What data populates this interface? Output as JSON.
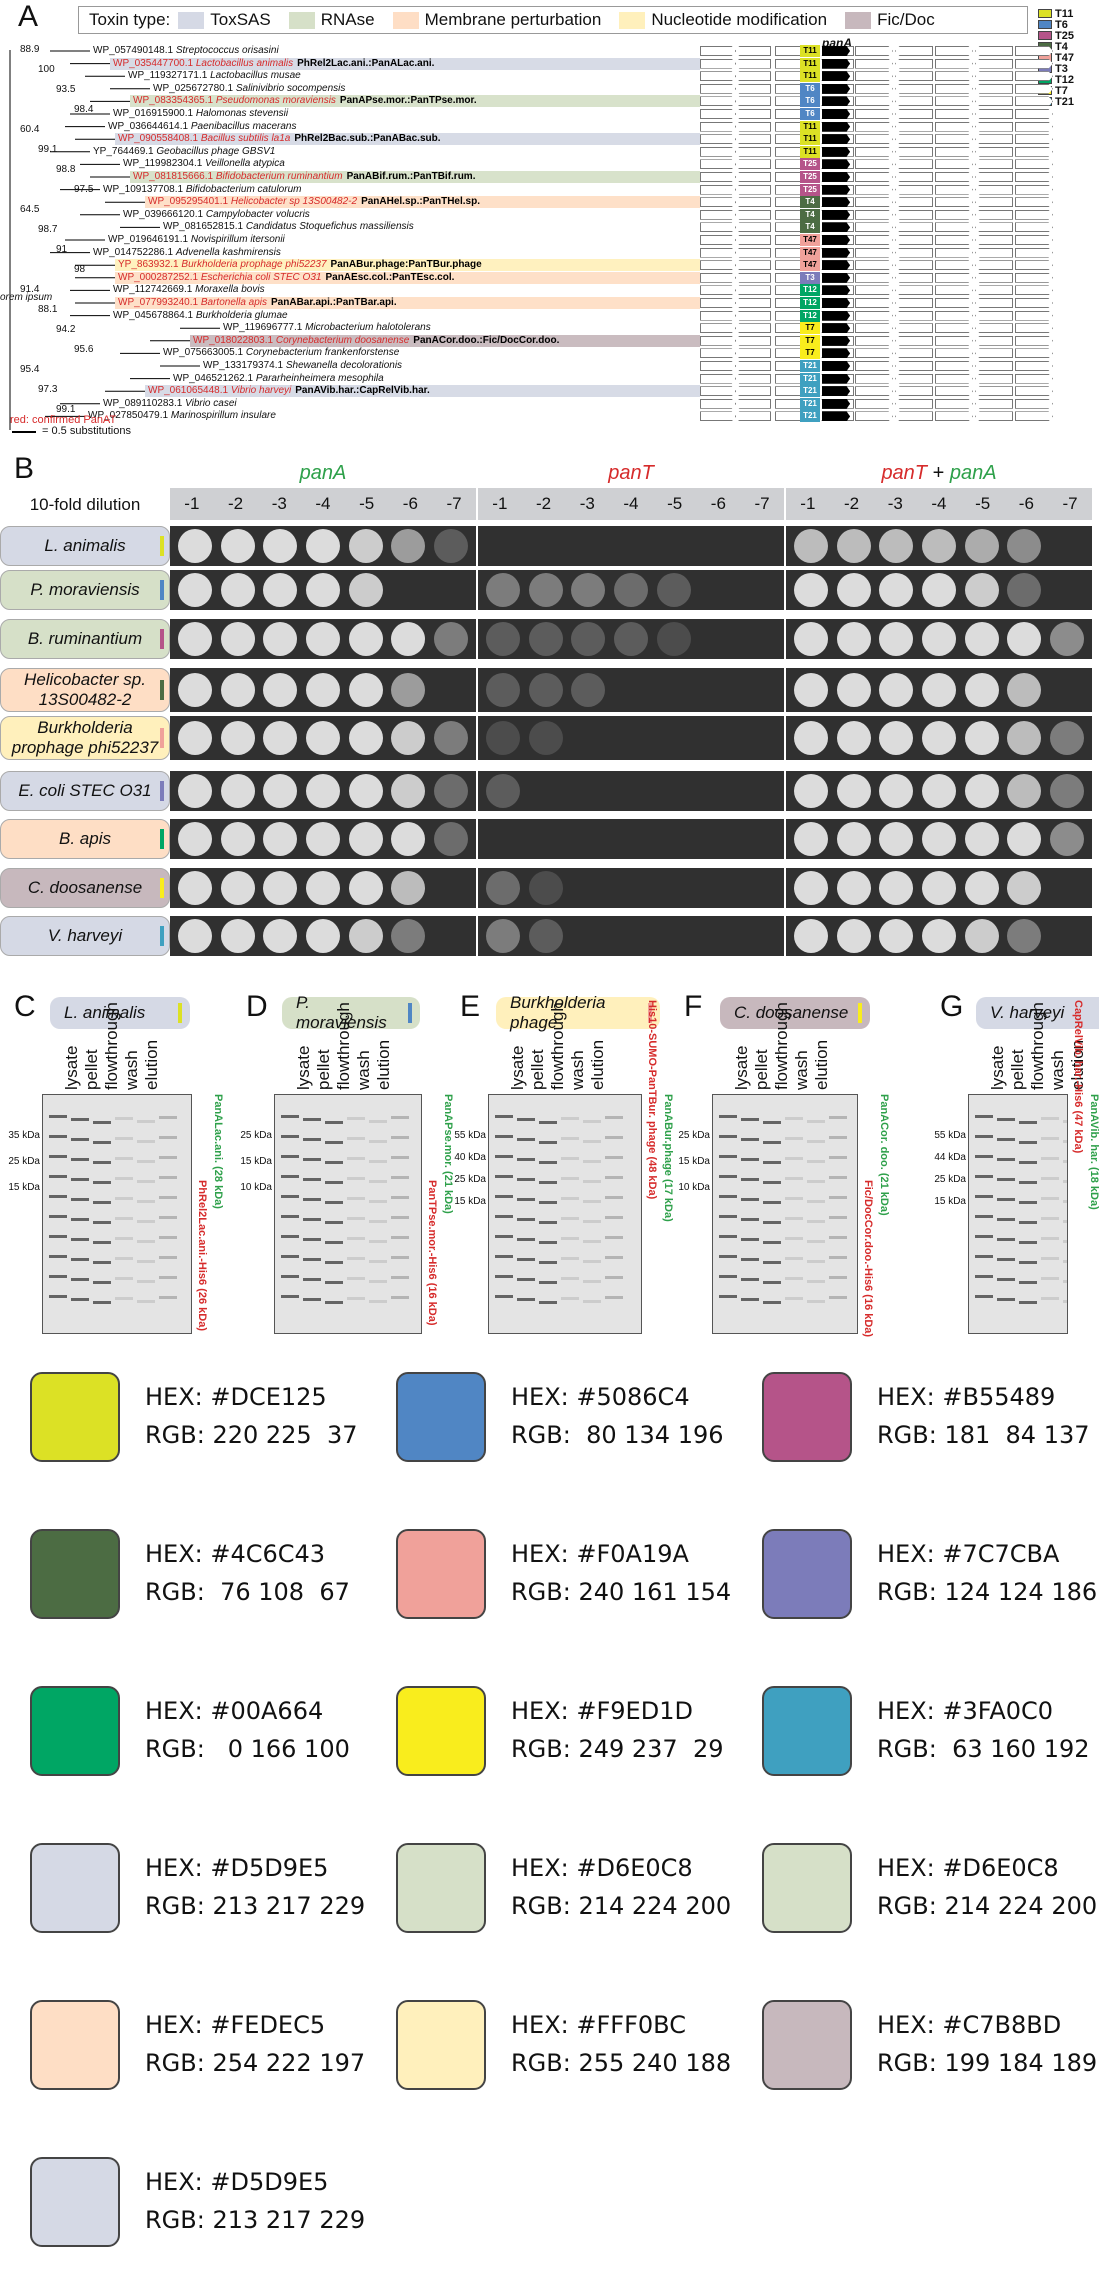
{
  "panelA": {
    "letter": "A",
    "legend_title": "Toxin type:",
    "legend": [
      {
        "label": "ToxSAS",
        "color": "#D5D9E5"
      },
      {
        "label": "RNAse",
        "color": "#D6E0C8"
      },
      {
        "label": "Membrane perturbation",
        "color": "#FEDEC5"
      },
      {
        "label": "Nucleotide modification",
        "color": "#FFF0BC"
      },
      {
        "label": "Fic/Doc",
        "color": "#C7B8BD"
      }
    ],
    "panA_header": "panA",
    "type_key": [
      {
        "label": "T11",
        "color": "#DCE125"
      },
      {
        "label": "T6",
        "color": "#5086C4"
      },
      {
        "label": "T25",
        "color": "#B55489"
      },
      {
        "label": "T4",
        "color": "#4C6C43"
      },
      {
        "label": "T47",
        "color": "#F0A19A"
      },
      {
        "label": "T3",
        "color": "#7C7CBA"
      },
      {
        "label": "T12",
        "color": "#00A664"
      },
      {
        "label": "T7",
        "color": "#F9ED1D"
      },
      {
        "label": "T21",
        "color": "#3FA0C0"
      }
    ],
    "taxa": [
      {
        "id": "WP_057490148.1",
        "name": "Streptococcus orisasini",
        "red": false,
        "pair": "",
        "tag": "T11"
      },
      {
        "id": "WP_035447700.1",
        "name": "Lactobacillus animalis",
        "red": true,
        "pair": "PhRel2Lac.ani.:PanALac.ani.",
        "tag": "T11"
      },
      {
        "id": "WP_119327171.1",
        "name": "Lactobacillus musae",
        "red": false,
        "pair": "",
        "tag": "T11"
      },
      {
        "id": "WP_025672780.1",
        "name": "Salinivibrio socompensis",
        "red": false,
        "pair": "",
        "tag": "T6"
      },
      {
        "id": "WP_083354365.1",
        "name": "Pseudomonas moraviensis",
        "red": true,
        "pair": "PanAPse.mor.:PanTPse.mor.",
        "tag": "T6"
      },
      {
        "id": "WP_016915900.1",
        "name": "Halomonas stevensii",
        "red": false,
        "pair": "",
        "tag": "T6"
      },
      {
        "id": "WP_036644614.1",
        "name": "Paenibacillus macerans",
        "red": false,
        "pair": "",
        "tag": "T11"
      },
      {
        "id": "WP_090558408.1",
        "name": "Bacillus subtilis la1a",
        "red": true,
        "pair": "PhRel2Bac.sub.:PanABac.sub.",
        "tag": "T11"
      },
      {
        "id": "YP_764469.1",
        "name": "Geobacillus phage GBSV1",
        "red": false,
        "pair": "",
        "tag": "T11"
      },
      {
        "id": "WP_119982304.1",
        "name": "Veillonella atypica",
        "red": false,
        "pair": "",
        "tag": "T25"
      },
      {
        "id": "WP_081815666.1",
        "name": "Bifidobacterium ruminantium",
        "red": true,
        "pair": "PanABif.rum.:PanTBif.rum.",
        "tag": "T25"
      },
      {
        "id": "WP_109137708.1",
        "name": "Bifidobacterium catulorum",
        "red": false,
        "pair": "",
        "tag": "T25"
      },
      {
        "id": "WP_095295401.1",
        "name": "Helicobacter sp 13S00482-2",
        "red": true,
        "pair": "PanAHel.sp.:PanTHel.sp.",
        "tag": "T4"
      },
      {
        "id": "WP_039666120.1",
        "name": "Campylobacter volucris",
        "red": false,
        "pair": "",
        "tag": "T4"
      },
      {
        "id": "WP_081652815.1",
        "name": "Candidatus Stoquefichus massiliensis",
        "red": false,
        "pair": "",
        "tag": "T4"
      },
      {
        "id": "WP_019646191.1",
        "name": "Novispirillum itersonii",
        "red": false,
        "pair": "",
        "tag": "T47"
      },
      {
        "id": "WP_014752286.1",
        "name": "Advenella kashmirensis",
        "red": false,
        "pair": "",
        "tag": "T47"
      },
      {
        "id": "YP_863932.1",
        "name": "Burkholderia prophage phi52237",
        "red": true,
        "pair": "PanABur.phage:PanTBur.phage",
        "tag": "T47"
      },
      {
        "id": "WP_000287252.1",
        "name": "Escherichia coli STEC O31",
        "red": true,
        "pair": "PanAEsc.col.:PanTEsc.col.",
        "tag": "T3"
      },
      {
        "id": "WP_112742669.1",
        "name": "Moraxella bovis",
        "red": false,
        "pair": "",
        "tag": "T12"
      },
      {
        "id": "WP_077993240.1",
        "name": "Bartonella apis",
        "red": true,
        "pair": "PanABar.api.:PanTBar.api.",
        "tag": "T12"
      },
      {
        "id": "WP_045678864.1",
        "name": "Burkholderia glumae",
        "red": false,
        "pair": "",
        "tag": "T12"
      },
      {
        "id": "WP_119696777.1",
        "name": "Microbacterium halotolerans",
        "red": false,
        "pair": "",
        "tag": "T7"
      },
      {
        "id": "WP_018022803.1",
        "name": "Corynebacterium doosanense",
        "red": true,
        "pair": "PanACor.doo.:Fic/DocCor.doo.",
        "tag": "T7"
      },
      {
        "id": "WP_075663005.1",
        "name": "Corynebacterium frankenforstense",
        "red": false,
        "pair": "",
        "tag": "T7"
      },
      {
        "id": "WP_133179374.1",
        "name": "Shewanella decolorationis",
        "red": false,
        "pair": "",
        "tag": "T21"
      },
      {
        "id": "WP_046521262.1",
        "name": "Pararheinheimera mesophila",
        "red": false,
        "pair": "",
        "tag": "T21"
      },
      {
        "id": "WP_061065448.1",
        "name": "Vibrio harveyi",
        "red": true,
        "pair": "PanAVib.har.:CapRelVib.har.",
        "tag": "T21"
      },
      {
        "id": "WP_089110283.1",
        "name": "Vibrio casei",
        "red": false,
        "pair": "",
        "tag": "T21"
      },
      {
        "id": "WP_027850479.1",
        "name": "Marinospirillum insulare",
        "red": false,
        "pair": "",
        "tag": "T21"
      }
    ],
    "bootstrap": [
      "88.9",
      "100",
      "93.5",
      "98.4",
      "60.4",
      "99.1",
      "98.8",
      "97.5",
      "64.5",
      "98.7",
      "91",
      "98",
      "91.4",
      "88.1",
      "94.2",
      "95.6",
      "95.4",
      "97.3",
      "99.1"
    ],
    "lorem": "orem ipsum",
    "note_red": "red: confirmed PanAT",
    "scale_label": "= 0.5 substitutions"
  },
  "panelB": {
    "letter": "B",
    "dilution_label": "10-fold dilution",
    "conditions": [
      {
        "title": "panA",
        "color": "#2ea04a"
      },
      {
        "title": "panT",
        "color": "#d62b2b"
      },
      {
        "title_a": "panT",
        "plus": " + ",
        "title_b": "panA"
      }
    ],
    "dilutions": [
      "-1",
      "-2",
      "-3",
      "-4",
      "-5",
      "-6",
      "-7"
    ],
    "strains": [
      {
        "name": "L. animalis",
        "bg": "#D5D9E5",
        "bar": "#DCE125",
        "growth": [
          [
            1,
            1,
            1,
            1,
            0.9,
            0.6,
            0.2
          ],
          [
            0,
            0,
            0,
            0,
            0,
            0,
            0
          ],
          [
            0.8,
            0.8,
            0.8,
            0.8,
            0.7,
            0.5,
            0
          ]
        ]
      },
      {
        "name": "P. moraviensis",
        "bg": "#D6E0C8",
        "bar": "#5086C4",
        "growth": [
          [
            1,
            1,
            1,
            1,
            0.9,
            0,
            0
          ],
          [
            0.4,
            0.4,
            0.4,
            0.3,
            0.2,
            0,
            0
          ],
          [
            1,
            1,
            1,
            1,
            0.9,
            0.3,
            0
          ]
        ]
      },
      {
        "name": "B. ruminantium",
        "bg": "#D6E0C8",
        "bar": "#B55489",
        "growth": [
          [
            1,
            1,
            1,
            1,
            1,
            1,
            0.4
          ],
          [
            0.2,
            0.2,
            0.2,
            0.2,
            0.1,
            0,
            0
          ],
          [
            1,
            1,
            1,
            1,
            1,
            1,
            0.5
          ]
        ]
      },
      {
        "name": "Helicobacter sp. 13S00482-2",
        "bg": "#FEDEC5",
        "bar": "#4C6C43",
        "growth": [
          [
            1,
            1,
            1,
            1,
            1,
            0.6,
            0
          ],
          [
            0.2,
            0.2,
            0.2,
            0,
            0,
            0,
            0
          ],
          [
            1,
            1,
            1,
            1,
            1,
            0.8,
            0
          ]
        ]
      },
      {
        "name": "Burkholderia prophage phi52237",
        "bg": "#FFF0BC",
        "bar": "#F0A19A",
        "growth": [
          [
            1,
            1,
            1,
            1,
            1,
            0.9,
            0.4
          ],
          [
            0.1,
            0.1,
            0,
            0,
            0,
            0,
            0
          ],
          [
            1,
            1,
            1,
            1,
            1,
            0.8,
            0.4
          ]
        ]
      },
      {
        "name": "E. coli STEC O31",
        "bg": "#D5D9E5",
        "bar": "#7C7CBA",
        "growth": [
          [
            1,
            1,
            1,
            1,
            1,
            0.9,
            0.3
          ],
          [
            0.2,
            0,
            0,
            0,
            0,
            0,
            0
          ],
          [
            1,
            1,
            1,
            1,
            1,
            0.8,
            0.4
          ]
        ]
      },
      {
        "name": "B. apis",
        "bg": "#FEDEC5",
        "bar": "#00A664",
        "growth": [
          [
            1,
            1,
            1,
            1,
            1,
            1,
            0.3
          ],
          [
            0,
            0,
            0,
            0,
            0,
            0,
            0
          ],
          [
            1,
            1,
            1,
            1,
            1,
            1,
            0.5
          ]
        ]
      },
      {
        "name": "C. doosanense",
        "bg": "#C7B8BD",
        "bar": "#F9ED1D",
        "growth": [
          [
            1,
            1,
            1,
            1,
            1,
            0.8,
            0
          ],
          [
            0.3,
            0.1,
            0,
            0,
            0,
            0,
            0
          ],
          [
            1,
            1,
            1,
            1,
            1,
            0.9,
            0
          ]
        ]
      },
      {
        "name": "V. harveyi",
        "bg": "#D5D9E5",
        "bar": "#3FA0C0",
        "growth": [
          [
            1,
            1,
            1,
            1,
            0.9,
            0.4,
            0
          ],
          [
            0.4,
            0.2,
            0,
            0,
            0,
            0,
            0
          ],
          [
            1,
            1,
            1,
            1,
            0.9,
            0.4,
            0
          ]
        ]
      }
    ]
  },
  "gels": [
    {
      "letter": "C",
      "title": "L. animalis",
      "bg": "#D5D9E5",
      "bar": "#DCE125",
      "lanes": [
        "lysate",
        "pellet",
        "flowthrough",
        "wash",
        "elution"
      ],
      "kda": [
        "35 kDa",
        "25 kDa",
        "15 kDa"
      ],
      "green": "PanALac.ani. (28 kDa)",
      "red": "PhRel2Lac.ani.-His6 (26 kDa)"
    },
    {
      "letter": "D",
      "title": "P. moraviensis",
      "bg": "#D6E0C8",
      "bar": "#5086C4",
      "lanes": [
        "lysate",
        "pellet",
        "flowthrough",
        "wash",
        "elution"
      ],
      "kda": [
        "25 kDa",
        "15 kDa",
        "10 kDa"
      ],
      "green": "PanAPse.mor. (21 kDa)",
      "red": "PanTPse.mor.-His6 (16 kDa)"
    },
    {
      "letter": "E",
      "title": "Burkholderia phage",
      "bg": "#FFF0BC",
      "bar": "#F0A19A",
      "lanes": [
        "lysate",
        "pellet",
        "flowthrough",
        "wash",
        "elution"
      ],
      "kda": [
        "55 kDa",
        "40 kDa",
        "25 kDa",
        "15 kDa"
      ],
      "green": "PanABur.phage (17 kDa)",
      "red": "His10-SUMO-PanTBur. phage (48 kDa)"
    },
    {
      "letter": "F",
      "title": "C. doosanense",
      "bg": "#C7B8BD",
      "bar": "#F9ED1D",
      "lanes": [
        "lysate",
        "pellet",
        "flowthrough",
        "wash",
        "elution"
      ],
      "kda": [
        "25 kDa",
        "15 kDa",
        "10 kDa"
      ],
      "green": "PanACor. doo. (21 kDa)",
      "red": "Fic/DocCor.doo.-His6 (16 kDa)"
    },
    {
      "letter": "G",
      "title": "V. harveyi",
      "bg": "#D5D9E5",
      "bar": "#3FA0C0",
      "lanes": [
        "lysate",
        "pellet",
        "flowthrough",
        "wash",
        "elution"
      ],
      "kda": [
        "55 kDa",
        "44 kDa",
        "25 kDa",
        "15 kDa"
      ],
      "green": "PanAVib. har. (18 kDa)",
      "red": "CapRelVib. har.-His6 (47 kDa)"
    }
  ],
  "swatches": [
    {
      "hex": "HEX: #DCE125",
      "rgb": "RGB: 220 225  37",
      "color": "#DCE125"
    },
    {
      "hex": "HEX: #5086C4",
      "rgb": "RGB:  80 134 196",
      "color": "#5086C4"
    },
    {
      "hex": "HEX: #B55489",
      "rgb": "RGB: 181  84 137",
      "color": "#B55489"
    },
    {
      "hex": "HEX: #4C6C43",
      "rgb": "RGB:  76 108  67",
      "color": "#4C6C43"
    },
    {
      "hex": "HEX: #F0A19A",
      "rgb": "RGB: 240 161 154",
      "color": "#F0A19A"
    },
    {
      "hex": "HEX: #7C7CBA",
      "rgb": "RGB: 124 124 186",
      "color": "#7C7CBA"
    },
    {
      "hex": "HEX: #00A664",
      "rgb": "RGB:   0 166 100",
      "color": "#00A664"
    },
    {
      "hex": "HEX: #F9ED1D",
      "rgb": "RGB: 249 237  29",
      "color": "#F9ED1D"
    },
    {
      "hex": "HEX: #3FA0C0",
      "rgb": "RGB:  63 160 192",
      "color": "#3FA0C0"
    },
    {
      "hex": "HEX: #D5D9E5",
      "rgb": "RGB: 213 217 229",
      "color": "#D5D9E5"
    },
    {
      "hex": "HEX: #D6E0C8",
      "rgb": "RGB: 214 224 200",
      "color": "#D6E0C8"
    },
    {
      "hex": "HEX: #D6E0C8",
      "rgb": "RGB: 214 224 200",
      "color": "#D6E0C8"
    },
    {
      "hex": "HEX: #FEDEC5",
      "rgb": "RGB: 254 222 197",
      "color": "#FEDEC5"
    },
    {
      "hex": "HEX: #FFF0BC",
      "rgb": "RGB: 255 240 188",
      "color": "#FFF0BC"
    },
    {
      "hex": "HEX: #C7B8BD",
      "rgb": "RGB: 199 184 189",
      "color": "#C7B8BD"
    },
    {
      "hex": "HEX: #D5D9E5",
      "rgb": "RGB: 213 217 229",
      "color": "#D5D9E5"
    }
  ]
}
